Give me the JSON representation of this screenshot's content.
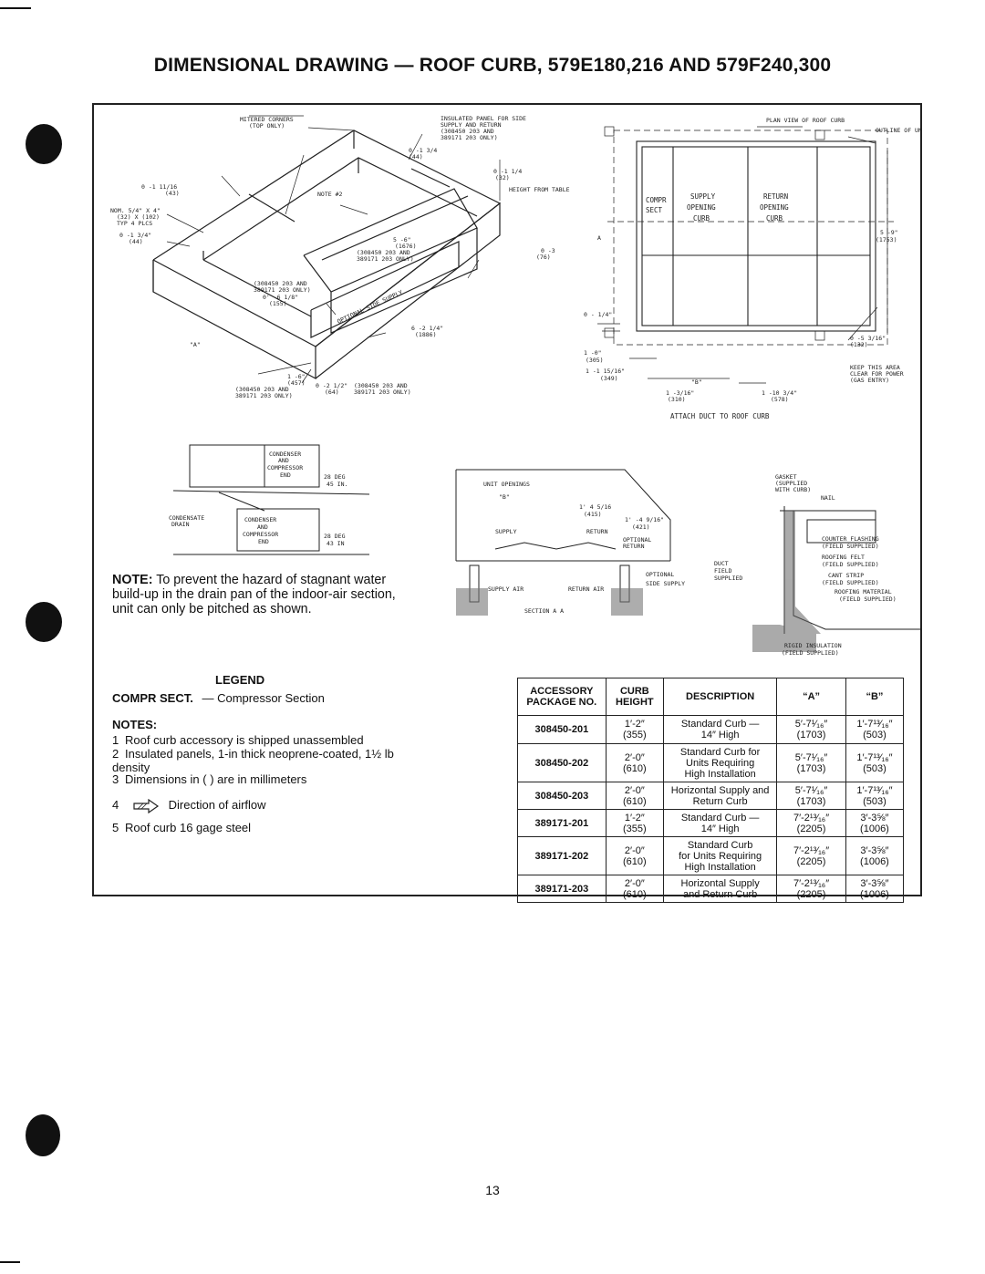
{
  "title": "DIMENSIONAL DRAWING — ROOF CURB, 579E180,216 AND 579F240,300",
  "drawing_labels": {
    "mitered": "MITERED CORNERS",
    "top_only": "(TOP ONLY)",
    "insulated": "INSULATED PANEL FOR SIDE",
    "supply_return": "SUPPLY AND RETURN",
    "and1": "(308450 203 AND",
    "only1": "389171 203 ONLY)",
    "d_0_1_11_16": "0 -1 11/16",
    "mm43": "(43)",
    "note2": "NOTE #2",
    "d_0_1_34a": "0 -1 3/4",
    "mm44a": "(44)",
    "d_0_1_14": "0 -1 1/4",
    "mm32": "(32)",
    "height_from_table": "HEIGHT FROM TABLE",
    "nom": "NOM. 5/4\" X 4\"",
    "nom2": "(32) X (102)",
    "typ": "TYP 4 PLCS",
    "d_0_1_34b": "0 -1 3/4\"",
    "mm44b": "(44)",
    "d_5_6": "5 -6\"",
    "mm1676": "(1676)",
    "and2": "(308450 203 AND",
    "only2": "389171 203 ONLY)",
    "d_0_3": "0 -3",
    "mm76": "(76)",
    "and3": "(308450 203 AND",
    "only3": "389171 203 ONLY)",
    "d_0_6_18": "0' -6 1/8\"",
    "mm155": "(155)",
    "optional_side_supply": "OPTIONAL SIDE SUPPLY",
    "d_6_2_14": "6 -2 1/4\"",
    "mm1886": "(1886)",
    "a_mark": "\"A\"",
    "d_1_6": "1 -6\"",
    "mm457": "(457)",
    "and4": "(308450 203 AND",
    "only4": "389171 203 ONLY)",
    "d_0_2_12": "0 -2 1/2\"",
    "mm64": "(64)",
    "and5": "(308450 203 AND",
    "only5": "389171 203 ONLY)",
    "plan_view": "PLAN VIEW OF ROOF CURB",
    "outline_of_unit": "OUTLINE OF UNIT",
    "compr_sect_a": "COMPR",
    "compr_sect_b": "SECT",
    "supply_opening": "SUPPLY",
    "opening_a": "OPENING",
    "curb_a": "CURB",
    "return_opening": "RETURN",
    "opening_b": "OPENING",
    "curb_b": "CURB",
    "a_letter": "A",
    "d_5_9": "5 -9\"",
    "mm1753": "(1753)",
    "d_0_14": "0 - 1/4\"",
    "d_0_5_316": "0 -5 3/16\"",
    "mm132": "(132)",
    "d_1_0": "1 -0\"",
    "mm305": "(305)",
    "d_1_1_1516": "1 -1 15/16\"",
    "mm349": "(349)",
    "b_mark": "\"B\"",
    "d_1_316": "1 -3/16\"",
    "mm310": "(310)",
    "d_1_10_34": "1 -10 3/4\"",
    "mm578": "(578)",
    "keep_area": "KEEP THIS AREA",
    "clear_power": "CLEAR FOR POWER",
    "gas_entry": "(GAS ENTRY)",
    "attach_duct": "ATTACH DUCT TO ROOF CURB",
    "condenser": "CONDENSER",
    "and_word": "AND",
    "compressor": "COMPRESSOR",
    "end_word": "END",
    "deg28": "28 DEG",
    "in45": "45 IN.",
    "condensate": "CONDENSATE",
    "drain": "DRAIN",
    "condenser2": "CONDENSER",
    "and_word2": "AND",
    "compressor2": "COMPRESSOR",
    "end_word2": "END",
    "deg28b": "28 DEG",
    "in43": "43 IN",
    "unit_openings": "UNIT OPENINGS",
    "b_mark2": "\"B\"",
    "d_1_4_516": "1' 4 5/16",
    "mm415": "(415)",
    "d_1_4_916": "1' -4 9/16\"",
    "mm421": "(421)",
    "supply_word": "SUPPLY",
    "return_word": "RETURN",
    "optional_return": "OPTIONAL",
    "return_word2": "RETURN",
    "supply_air": "SUPPLY AIR",
    "return_air": "RETURN AIR",
    "optional2": "OPTIONAL",
    "side_supply": "SIDE SUPPLY",
    "section_aa": "SECTION A A",
    "gasket": "GASKET",
    "supplied": "(SUPPLIED",
    "with_curb": "WITH CURB)",
    "nail": "NAIL",
    "counter_flashing": "COUNTER FLASHING",
    "field_supplied1": "(FIELD SUPPLIED)",
    "roofing_felt": "ROOFING FELT",
    "field_supplied2": "(FIELD SUPPLIED)",
    "duct": "DUCT",
    "field": "FIELD",
    "supplied2": "SUPPLIED",
    "cant_strip": "CANT STRIP",
    "field_supplied3": "(FIELD SUPPLIED)",
    "roofing_material": "ROOFING MATERIAL",
    "field_supplied4": "(FIELD SUPPLIED)",
    "rigid_insulation": "RIGID INSULATION",
    "field_supplied5": "(FIELD SUPPLIED)"
  },
  "note": {
    "label": "NOTE:",
    "text": "To prevent the hazard of stagnant water build-up in the drain pan of the indoor-air section, unit can only be pitched as shown."
  },
  "legend": {
    "heading": "LEGEND",
    "term": "COMPR SECT.",
    "definition": "— Compressor Section"
  },
  "notes": {
    "heading": "NOTES:",
    "items": [
      {
        "num": "1",
        "text": "Roof curb accessory is shipped unassembled"
      },
      {
        "num": "2",
        "text": "Insulated panels, 1-in thick neoprene-coated, 1½ lb density"
      },
      {
        "num": "3",
        "text": "Dimensions in (   ) are in millimeters"
      },
      {
        "num": "4",
        "text": "Direction of airflow"
      },
      {
        "num": "5",
        "text": "Roof curb 16 gage steel"
      }
    ]
  },
  "table": {
    "headers": [
      "ACCESSORY PACKAGE NO.",
      "CURB HEIGHT",
      "DESCRIPTION",
      "“A”",
      "“B”"
    ],
    "rows": [
      {
        "pkg": "308450-201",
        "height": "1′-2″",
        "height_mm": "(355)",
        "desc": [
          "Standard Curb —",
          "14″ High"
        ],
        "a": "5′-7¹⁄₁₆″",
        "a_mm": "(1703)",
        "b": "1′-7¹³⁄₁₆″",
        "b_mm": "(503)"
      },
      {
        "pkg": "308450-202",
        "height": "2′-0″",
        "height_mm": "(610)",
        "desc": [
          "Standard Curb for",
          "Units Requiring",
          "High Installation"
        ],
        "a": "5′-7¹⁄₁₆″",
        "a_mm": "(1703)",
        "b": "1′-7¹³⁄₁₆″",
        "b_mm": "(503)"
      },
      {
        "pkg": "308450-203",
        "height": "2′-0″",
        "height_mm": "(610)",
        "desc": [
          "Horizontal Supply and",
          "Return Curb"
        ],
        "a": "5′-7¹⁄₁₆″",
        "a_mm": "(1703)",
        "b": "1′-7¹³⁄₁₆″",
        "b_mm": "(503)"
      },
      {
        "pkg": "389171-201",
        "height": "1′-2″",
        "height_mm": "(355)",
        "desc": [
          "Standard Curb —",
          "14″ High"
        ],
        "a": "7′-2¹³⁄₁₆″",
        "a_mm": "(2205)",
        "b": "3′-3⅝″",
        "b_mm": "(1006)"
      },
      {
        "pkg": "389171-202",
        "height": "2′-0″",
        "height_mm": "(610)",
        "desc": [
          "Standard Curb",
          "for Units Requiring",
          "High Installation"
        ],
        "a": "7′-2¹³⁄₁₆″",
        "a_mm": "(2205)",
        "b": "3′-3⅝″",
        "b_mm": "(1006)"
      },
      {
        "pkg": "389171-203",
        "height": "2′-0″",
        "height_mm": "(610)",
        "desc": [
          "Horizontal Supply",
          "and Return Curb"
        ],
        "a": "7′-2¹³⁄₁₆″",
        "a_mm": "(2205)",
        "b": "3′-3⅝″",
        "b_mm": "(1006)"
      }
    ]
  },
  "page_number": "13"
}
